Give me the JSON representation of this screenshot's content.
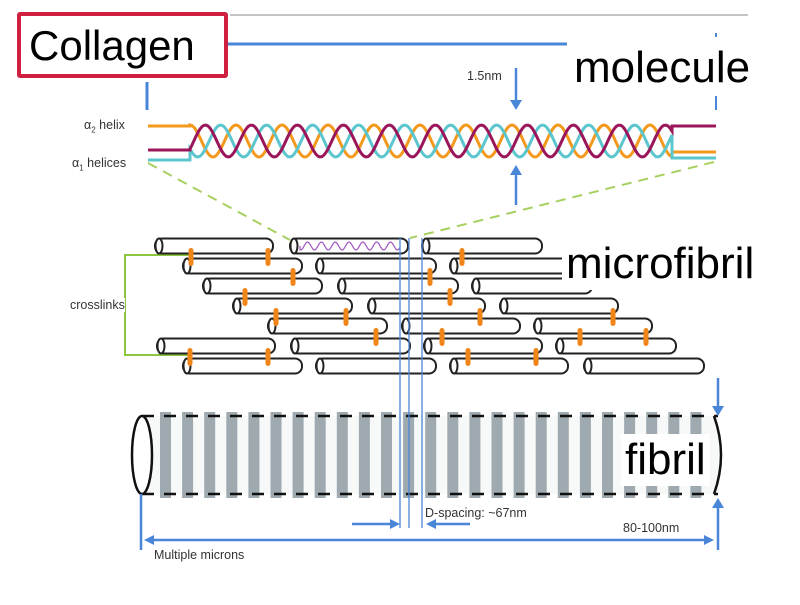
{
  "title": "Collagen",
  "levels": {
    "molecule": "molecule",
    "microfibril": "microfibril",
    "fibril": "fibril"
  },
  "annotations": {
    "alpha2_symbol": "α",
    "alpha2_sub": "2",
    "alpha2_text": " helix",
    "alpha1_symbol": "α",
    "alpha1_sub": "1",
    "alpha1_text": " helices",
    "diameter": "1.5nm",
    "crosslinks": "crosslinks",
    "d_spacing": "D-spacing: ~67nm",
    "fibril_diameter": "80-100nm",
    "fibril_length": "Multiple microns"
  },
  "colors": {
    "title_border": "#d0203f",
    "accent_blue": "#4a86d8",
    "helix_orange": "#f39a1e",
    "helix_magenta": "#9a1559",
    "helix_cyan": "#5cc6cf",
    "crosslink_orange": "#f0861a",
    "bracket_green": "#8cc63f",
    "dashed_green": "#a8d060",
    "band_gray": "#9eaaaf",
    "outline": "#222222"
  }
}
